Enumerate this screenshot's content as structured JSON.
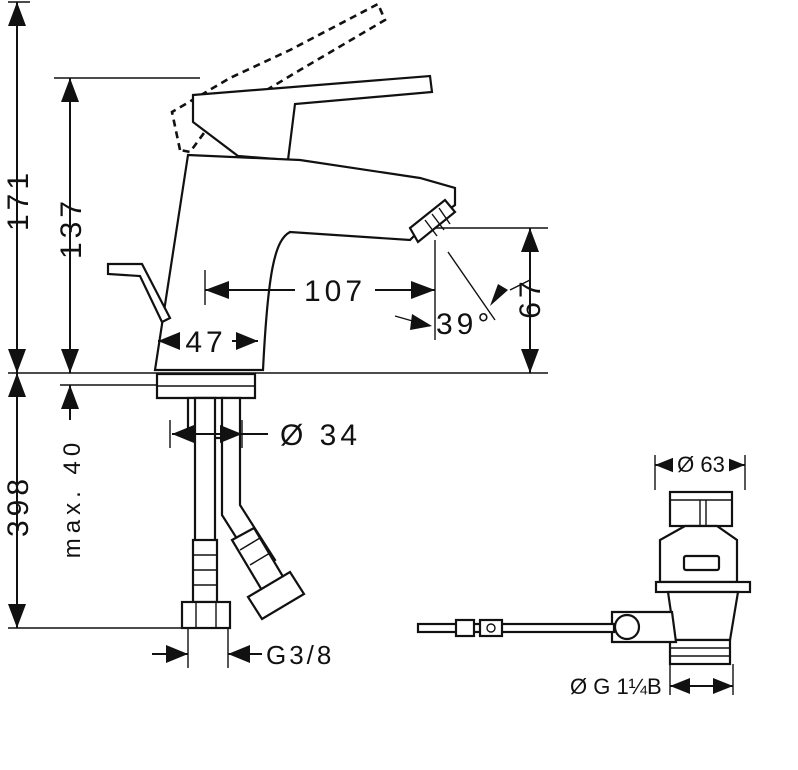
{
  "dimensions": {
    "total_height": "171",
    "spout_height": "137",
    "spout_reach": "107",
    "spray_angle": "39°",
    "spout_clearance": "67",
    "base_width": "47",
    "shank_diameter": "Ø 34",
    "supply_length": "398",
    "max_worktop": "max. 40",
    "supply_thread": "G3/8",
    "waste_diameter": "Ø 63",
    "waste_thread": "Ø G 1¼B"
  },
  "colors": {
    "line": "#111111",
    "background": "#ffffff"
  }
}
